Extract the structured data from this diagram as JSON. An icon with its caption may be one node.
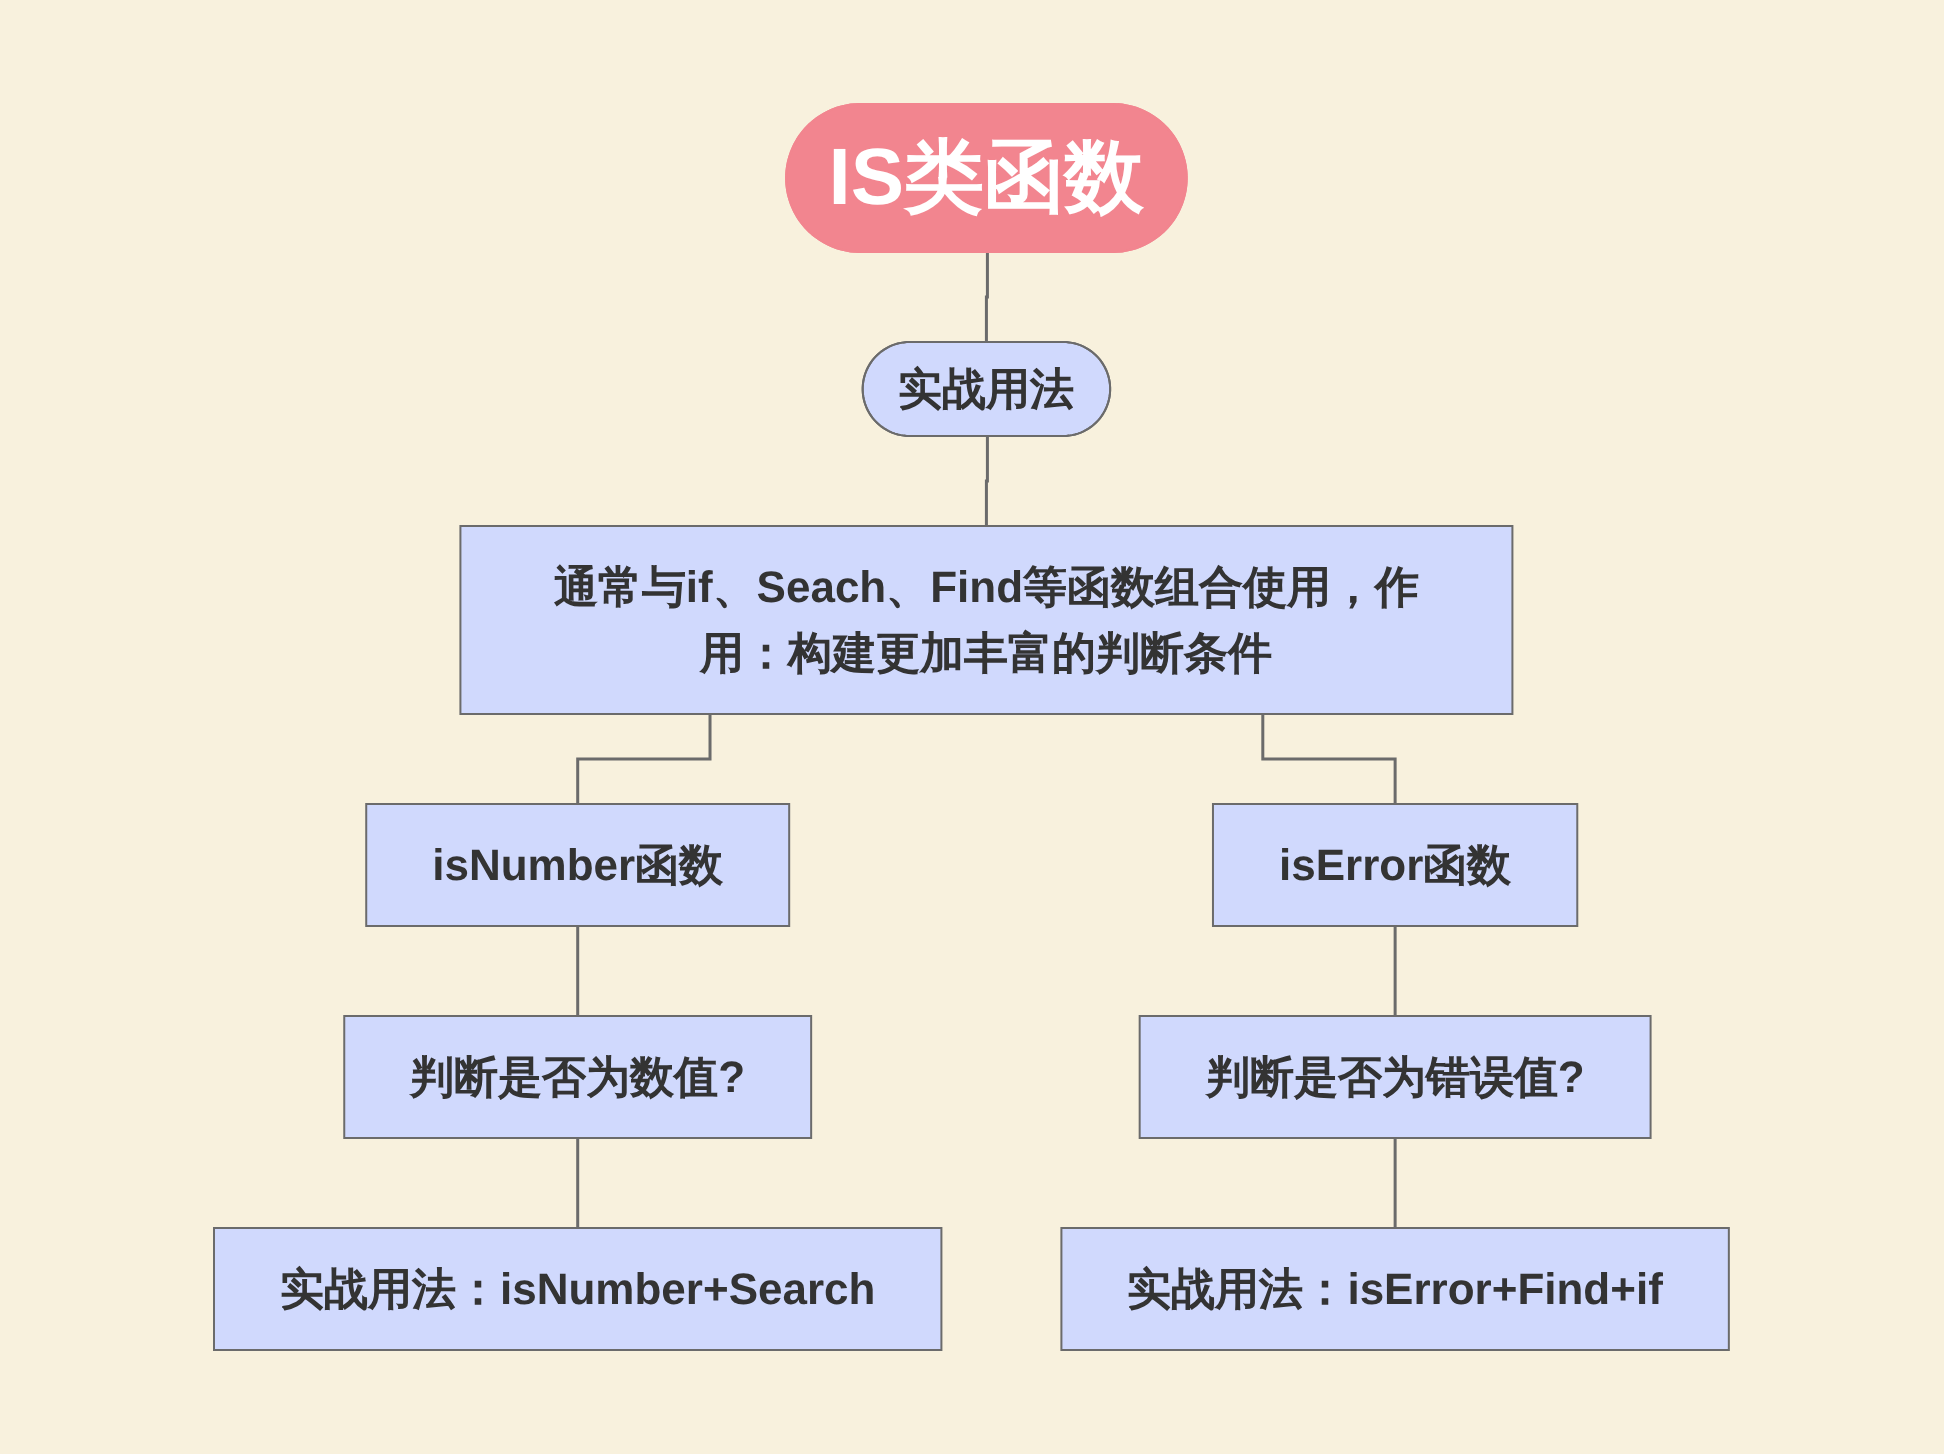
{
  "diagram": {
    "nodes": [
      {
        "text": [
          "IS类函数"
        ]
      },
      {
        "text": [
          "实战用法"
        ]
      },
      {
        "text": [
          "通常与if、Seach、Find等函数组合使用，作用：构建更加丰富的判断条件"
        ]
      },
      {
        "text": [
          "isNumber函数"
        ]
      },
      {
        "text": [
          "判断是否为数值?"
        ]
      },
      {
        "text": [
          "实战用法：isNumber+Search"
        ]
      },
      {
        "text": [
          "isError函数"
        ]
      },
      {
        "text": [
          "判断是否为错误值?"
        ]
      },
      {
        "text": [
          "实战用法：isError+Find+if"
        ]
      }
    ],
    "edges": [
      {
        "from": 0,
        "to": 1,
        "arrow": "none"
      },
      {
        "from": 1,
        "to": 2,
        "arrow": "none"
      },
      {
        "from": 2,
        "to": 3,
        "arrow": "none"
      },
      {
        "from": 2,
        "to": 6,
        "arrow": "none"
      },
      {
        "from": 3,
        "to": 4,
        "arrow": "none"
      },
      {
        "from": 4,
        "to": 5,
        "arrow": "none"
      },
      {
        "from": 6,
        "to": 7,
        "arrow": "none"
      },
      {
        "from": 7,
        "to": 8,
        "arrow": "none"
      }
    ]
  }
}
